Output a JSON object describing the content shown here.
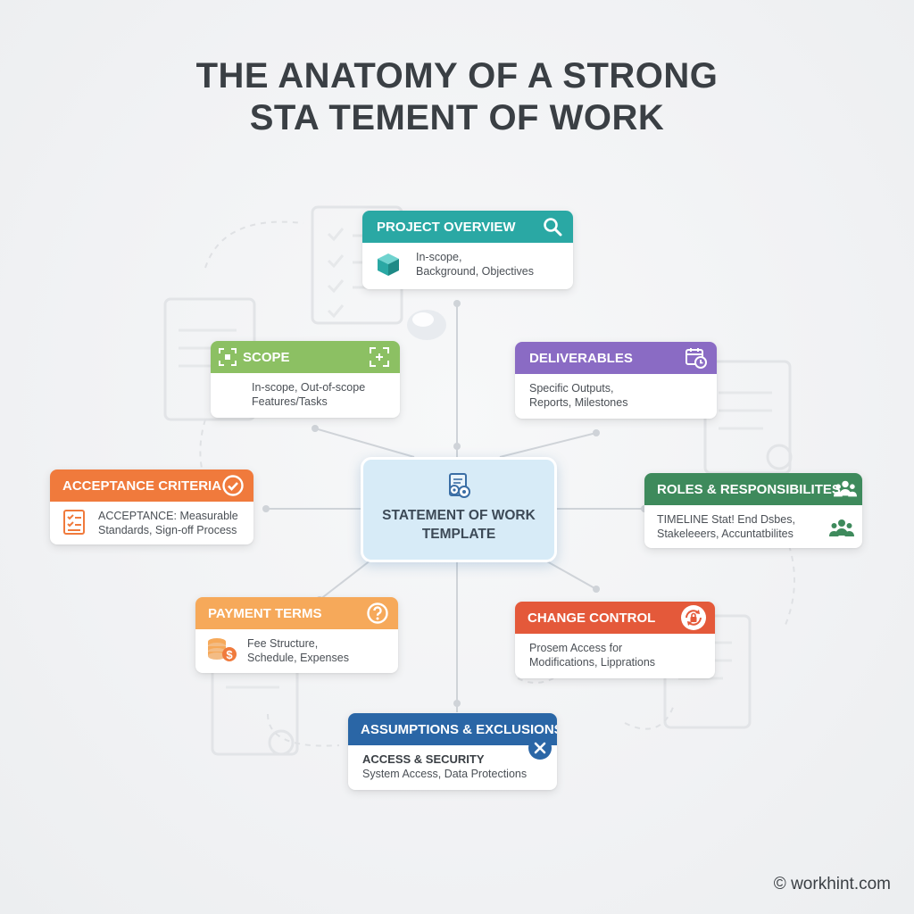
{
  "title": {
    "line1": "THE ANATOMY OF A STRONG",
    "line2": "STA TEMENT OF WORK"
  },
  "center": {
    "line1": "STATEMENT OF WORK",
    "line2": "TEMPLATE",
    "icon": "document-gears-icon"
  },
  "colors": {
    "project_overview": "#2aa8a4",
    "scope": "#8cc063",
    "deliverables": "#8a6bc4",
    "acceptance": "#f07a3c",
    "roles": "#3e8a5c",
    "payment": "#f6a95a",
    "change": "#e4593a",
    "assumptions": "#2a66a6",
    "center_fill": "#d7ebf7"
  },
  "cards": {
    "project_overview": {
      "title": "PROJECT OVERVIEW",
      "line1": "In-scope,",
      "line2": "Background, Objectives",
      "header_icon": "magnifier-icon",
      "body_icon": "cube-icon"
    },
    "scope": {
      "title": "SCOPE",
      "line1": "In-scope, Out-of-scope",
      "line2": "Features/Tasks",
      "header_icon": "focus-frame-icon"
    },
    "deliverables": {
      "title": "DELIVERABLES",
      "line1": "Specific Outputs,",
      "line2": "Reports, Milestones",
      "header_icon": "calendar-clock-icon"
    },
    "acceptance": {
      "title": "ACCEPTANCE CRITERIA",
      "line1": "ACCEPTANCE: Measurable",
      "line2": "Standards, Sign-off Process",
      "header_icon": "check-circle-icon",
      "body_icon": "checklist-icon"
    },
    "roles": {
      "title": "ROLES & RESPONSIBILITES",
      "line1": "TIMELINE Stat! End Dsbes,",
      "line2": "Stakeleeers, Accuntatbilites",
      "header_icon": "people-group-icon",
      "body_icon": "people-group-icon"
    },
    "payment": {
      "title": "PAYMENT TERMS",
      "line1": "Fee Structure,",
      "line2": "Schedule, Expenses",
      "header_icon": "question-circle-icon",
      "body_icon": "coins-icon"
    },
    "change": {
      "title": "CHANGE CONTROL",
      "line1": "Prosem Access for",
      "line2": "Modifications, Lipprations",
      "header_icon": "lock-refresh-icon"
    },
    "assumptions": {
      "title": "ASSUMPTIONS & EXCLUSIONS",
      "line1": "ACCESS & SECURITY",
      "line2": "System Access, Data Protections",
      "header_icon": "close-icon"
    }
  },
  "footer": "© workhint.com"
}
